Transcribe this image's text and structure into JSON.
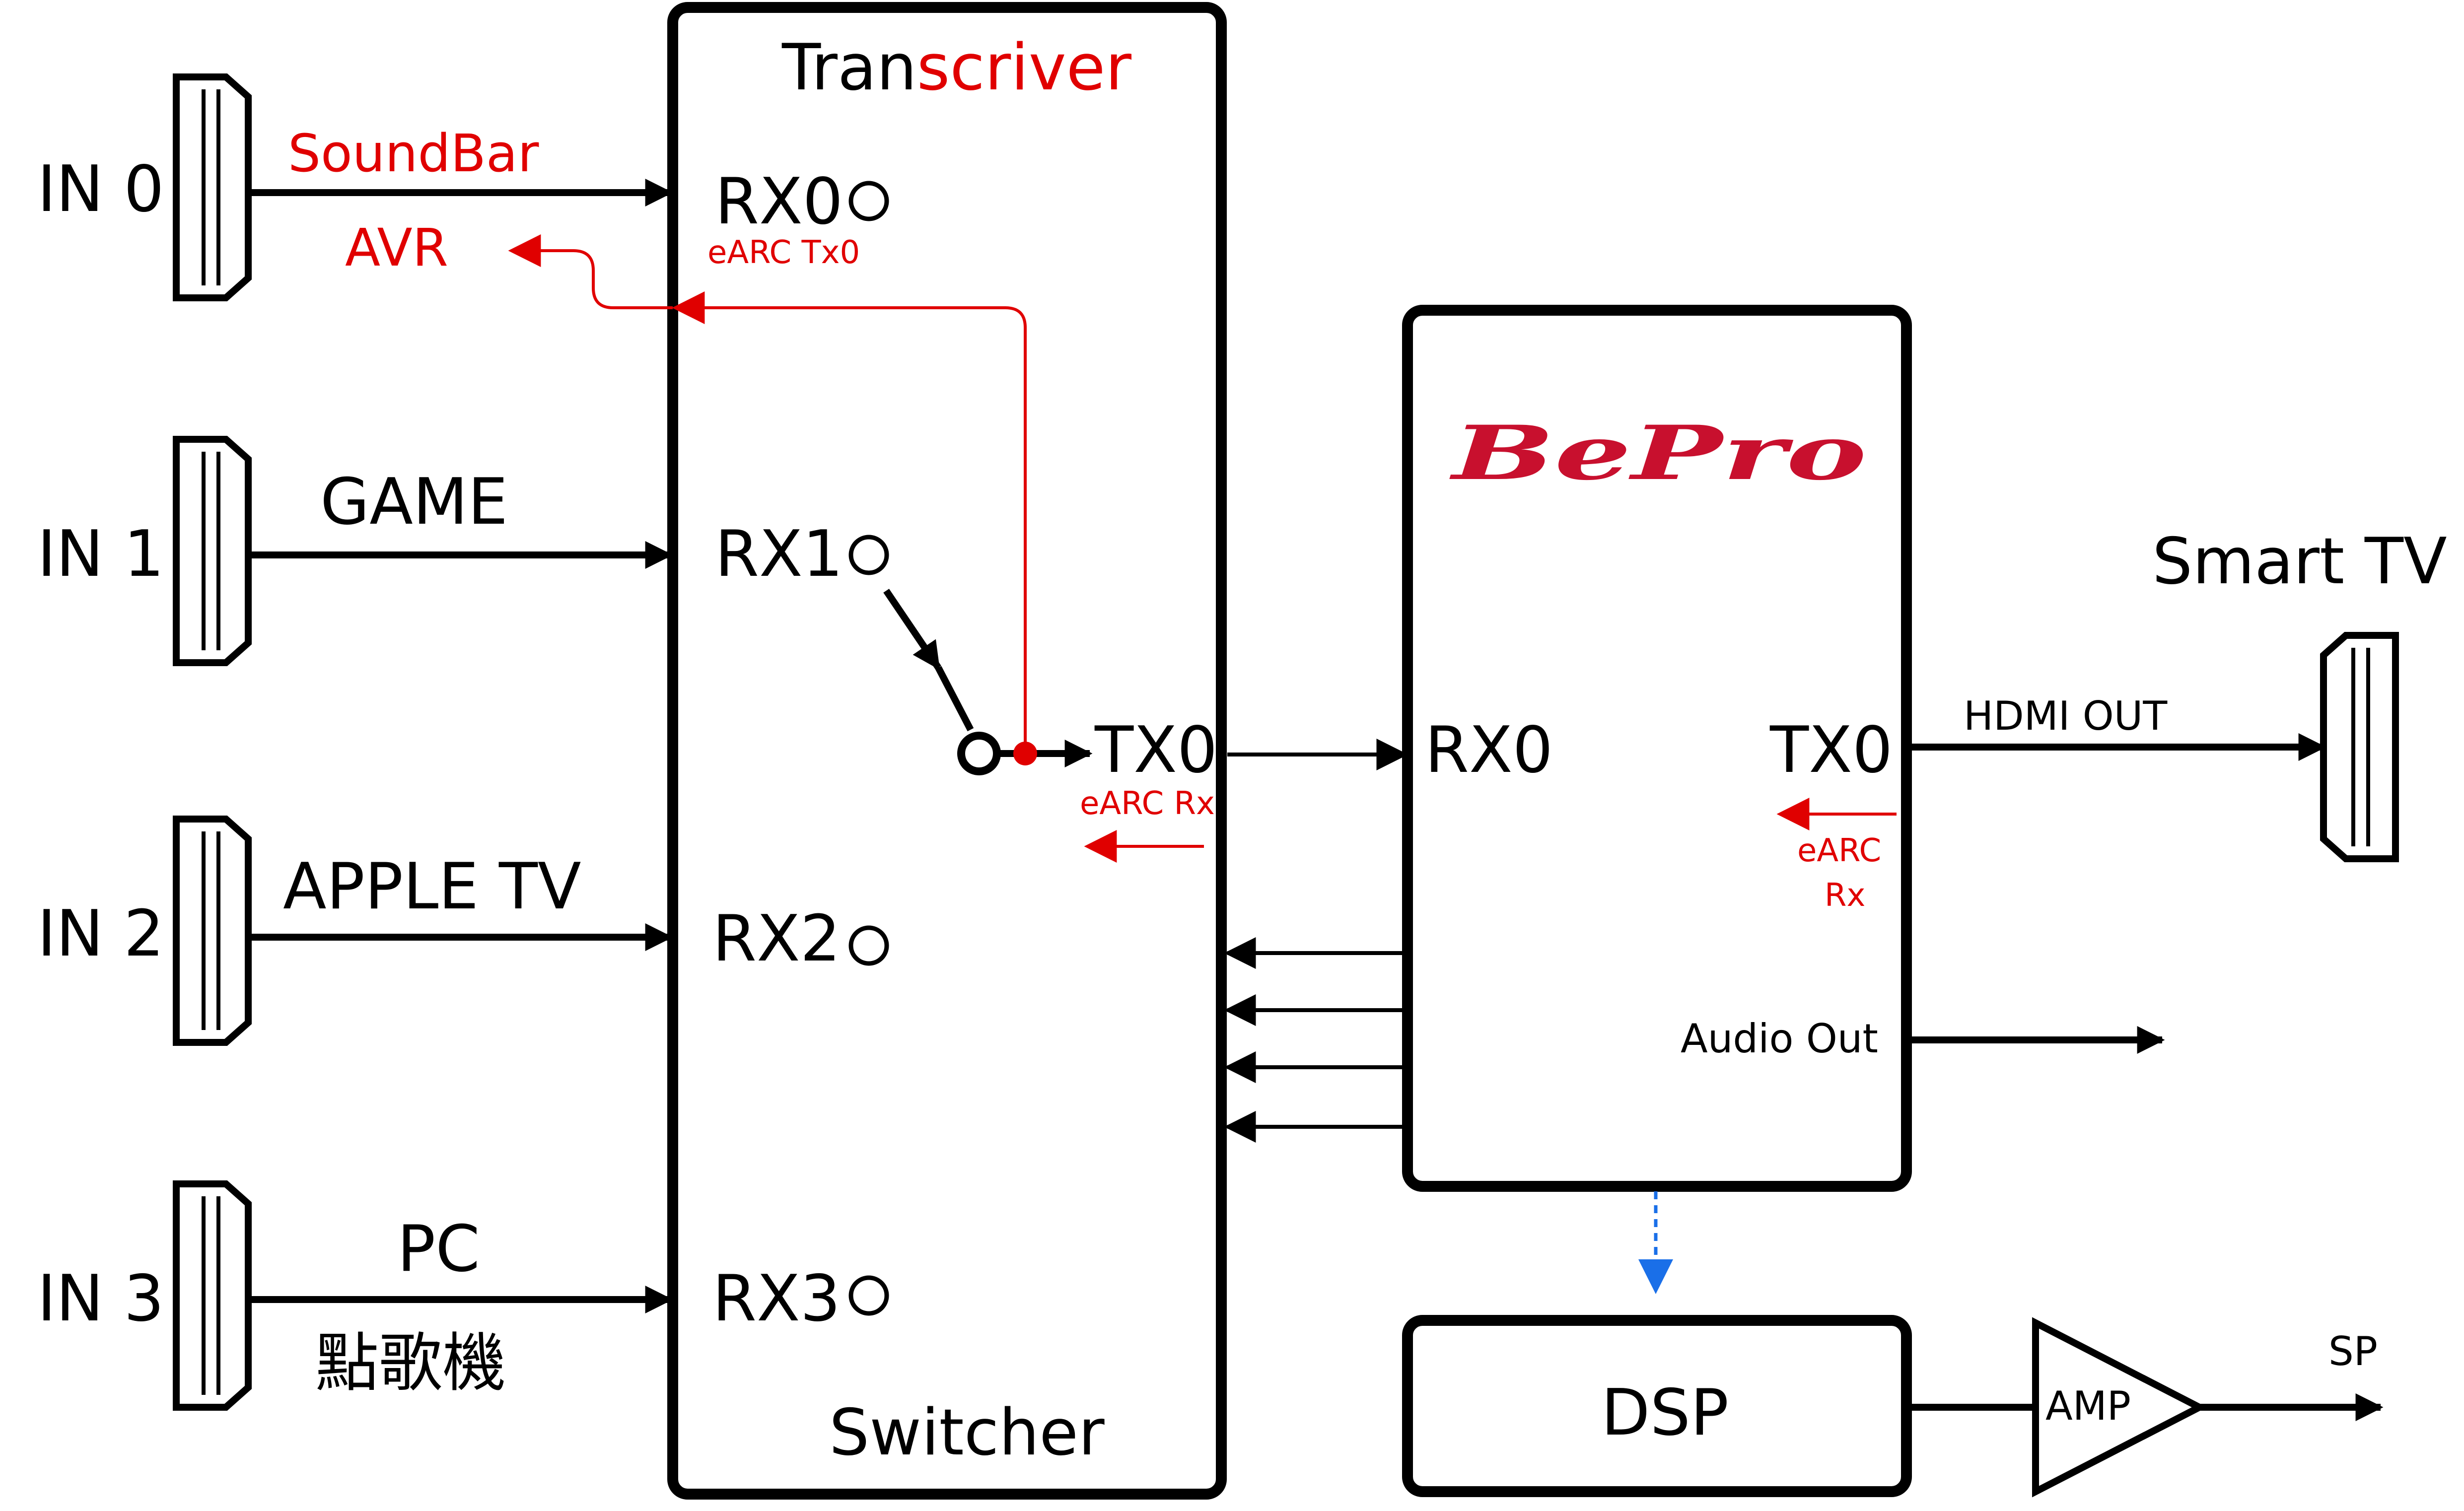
{
  "transceiver": {
    "title_black": "Tran",
    "title_red": "scriver",
    "footer": "Switcher",
    "rx0": "RX0",
    "rx0_sub": "eARC Tx0",
    "rx1": "RX1",
    "rx2": "RX2",
    "rx3": "RX3",
    "tx0": "TX0",
    "tx0_sub": "eARC Rx"
  },
  "inputs": [
    {
      "port": "IN 0",
      "label": "SoundBar",
      "label2": "AVR"
    },
    {
      "port": "IN 1",
      "label": "GAME"
    },
    {
      "port": "IN 2",
      "label": "APPLE TV"
    },
    {
      "port": "IN 3",
      "label": "PC",
      "label2": "點歌機"
    }
  ],
  "bepro": {
    "logo": "BePro",
    "rx0": "RX0",
    "tx0": "TX0",
    "earc_line1": "eARC",
    "earc_line2": "Rx",
    "audio_out": "Audio Out"
  },
  "output": {
    "hdmi_out": "HDMI OUT",
    "smart_tv": "Smart TV"
  },
  "dsp": {
    "label": "DSP"
  },
  "amp": {
    "label": "AMP",
    "sp": "SP"
  },
  "colors": {
    "accent_red": "#e00000",
    "dashed_blue": "#1a6fe8"
  }
}
